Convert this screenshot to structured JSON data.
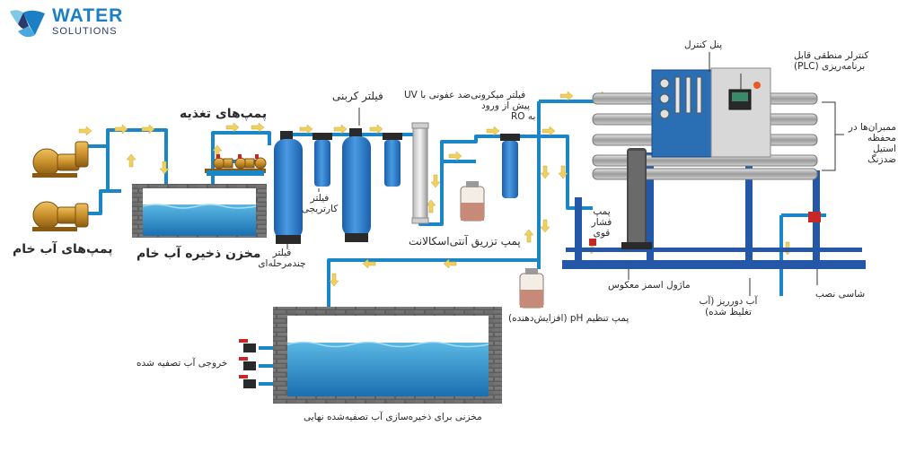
{
  "brand": {
    "word1": "WATER",
    "word2": "SOLUTIONS",
    "color_primary": "#1a7fc4",
    "color_dark": "#2a3a6a"
  },
  "colors": {
    "pipe": "#1a86c8",
    "water": "#3aa2d6",
    "arrow": "#f0d060",
    "vessel_blue": "#2878c8",
    "panel_blue": "#2a6fb3",
    "frame_blue": "#2457a8",
    "brick": "#6c6c6c",
    "pump_brass": "#c8902a",
    "pump_red": "#c62828"
  },
  "labels": {
    "raw_pumps": "پمپ‌های آب خام",
    "raw_tank": "مخزن ذخیره آب خام",
    "feed_pumps": "پمپ‌های تغذیه",
    "multimedia_filter": "فیلتر چندمرحله‌ای",
    "cartridge_filter": "فیلتر کارتریجی",
    "carbon_filter": "فیلتر کربنی",
    "uv_line1": "فیلتر میکرونی‌ضد عفونی با UV",
    "uv_line2": "پیش از ورود",
    "uv_line3": "به RO",
    "antiscalant_pump": "پمپ تزریق آنتی‌اسکالانت",
    "hp_pump": "پمپ فشار قوی",
    "control_panel": "پنل کنترل",
    "plc_line1": "کنترلر منطقی قابل",
    "plc_line2": "برنامه‌ریزی (PLC)",
    "membranes": "ممبران‌ها در محفظه استیل ضدزنگ",
    "ro_module": "ماژول اسمز معکوس",
    "reject_water": "آب دورریز (آب تغلیظ شده)",
    "skid": "شاسی نصب",
    "ph_pump": "پمپ تنظیم pH (افزایش‌دهنده)",
    "product_outlet": "خروجی آب تصفیه شده",
    "product_tank": "مخزنی برای ذخیره‌سازی آب تصفیه‌شده نهایی"
  }
}
